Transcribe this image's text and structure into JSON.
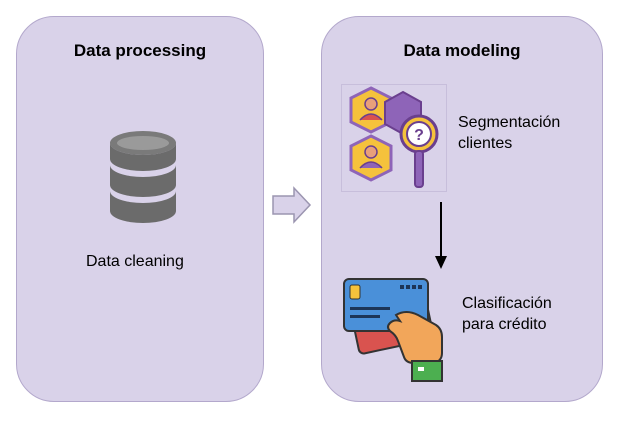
{
  "panels": {
    "left": {
      "title": "Data processing",
      "step_label": "Data cleaning"
    },
    "right": {
      "title": "Data modeling",
      "steps": [
        {
          "line1": "Segmentación",
          "line2": "clientes"
        },
        {
          "line1": "Clasificación",
          "line2": "para crédito"
        }
      ]
    }
  },
  "icons": {
    "database": "database-icon",
    "flow": "arrow-right-icon",
    "segmentation": "customer-segmentation-icon",
    "down": "arrow-down-icon",
    "credit": "credit-card-hand-icon"
  },
  "colors": {
    "panel_fill": "#d9d2e9",
    "panel_border": "#b3a8cc",
    "database": "#6b6b6b",
    "hexagon_purple": "#8e64b8",
    "hexagon_yellow": "#f5c23c",
    "card_blue": "#4a90d9",
    "card_red": "#d9534f"
  }
}
